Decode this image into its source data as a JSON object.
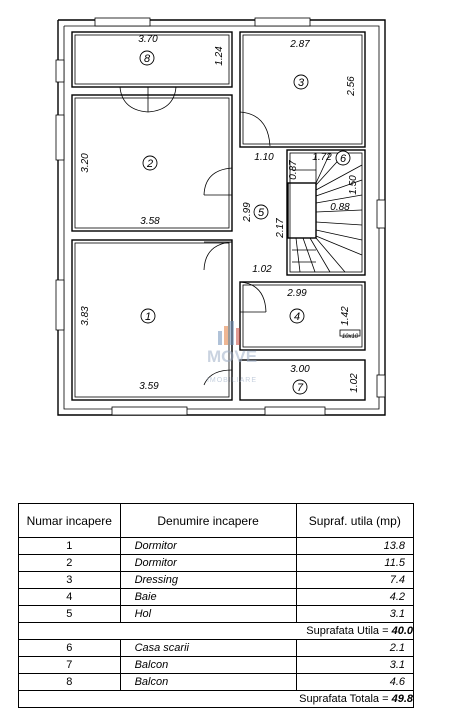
{
  "plan": {
    "rooms": [
      {
        "id": "1",
        "width": "3.59",
        "height": "3.83"
      },
      {
        "id": "2",
        "width": "3.58",
        "height": "3.20"
      },
      {
        "id": "3",
        "width": "2.87",
        "height": "2.56"
      },
      {
        "id": "4",
        "width": "2.99",
        "height": "1.42"
      },
      {
        "id": "5"
      },
      {
        "id": "6"
      },
      {
        "id": "7",
        "width": "3.00",
        "height": "1.02"
      },
      {
        "id": "8",
        "width": "3.70",
        "height": "1.24"
      }
    ],
    "extra_dims": {
      "d110": "1.10",
      "d172": "1.72",
      "d087": "0.87",
      "d150": "1.50",
      "d299v": "2.99",
      "d217": "2.17",
      "d088": "0.88",
      "d102": "1.02",
      "win_tag": "10x10"
    },
    "watermark": {
      "brand": "MOVE",
      "tagline": "IMOBILIARE"
    }
  },
  "table": {
    "headers": [
      "Numar incapere",
      "Denumire incapere",
      "Supraf. utila (mp)"
    ],
    "rows_a": [
      {
        "nr": "1",
        "name": "Dormitor",
        "area": "13.8"
      },
      {
        "nr": "2",
        "name": "Dormitor",
        "area": "11.5"
      },
      {
        "nr": "3",
        "name": "Dressing",
        "area": "7.4"
      },
      {
        "nr": "4",
        "name": "Baie",
        "area": "4.2"
      },
      {
        "nr": "5",
        "name": "Hol",
        "area": "3.1"
      }
    ],
    "sum_utila_label": "Suprafata Utila =",
    "sum_utila_value": "40.0",
    "rows_b": [
      {
        "nr": "6",
        "name": "Casa scarii",
        "area": "2.1"
      },
      {
        "nr": "7",
        "name": "Balcon",
        "area": "3.1"
      },
      {
        "nr": "8",
        "name": "Balcon",
        "area": "4.6"
      }
    ],
    "sum_totala_label": "Suprafata Totala =",
    "sum_totala_value": "49.8"
  }
}
